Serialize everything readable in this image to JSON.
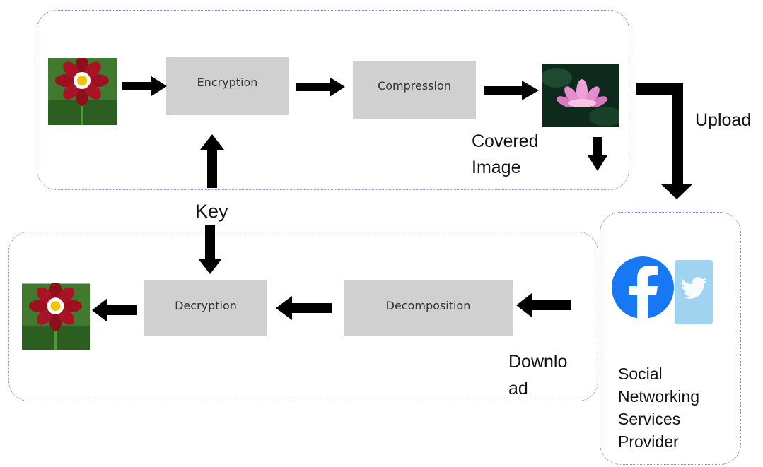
{
  "processes": {
    "encryption": "Encryption",
    "compression": "Compression",
    "decryption": "Decryption",
    "decomposition": "Decomposition"
  },
  "labels": {
    "covered_line1": "Covered",
    "covered_line2": "Image",
    "upload": "Upload",
    "key": "Key",
    "download_line1": "Downlo",
    "download_line2": "ad",
    "provider_line1": "Social",
    "provider_line2": "Networking",
    "provider_line3": "Services",
    "provider_line4": "Provider"
  },
  "colors": {
    "box_fill": "#d0d0d0",
    "panel_border": "#7a86b8",
    "arrow": "#000000",
    "facebook": "#1877f2",
    "twitter_bg": "#9fd3f0"
  },
  "icons": [
    "flower-image-icon",
    "lotus-image-icon",
    "facebook-icon",
    "twitter-icon"
  ]
}
